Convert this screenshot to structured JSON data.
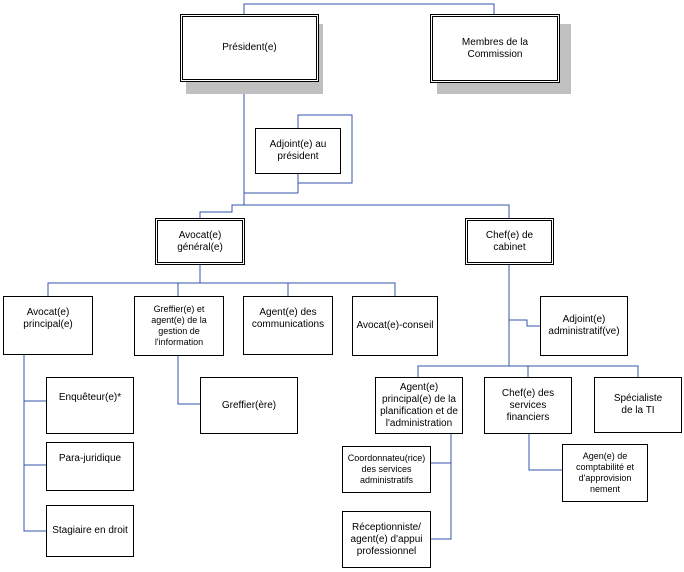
{
  "colors": {
    "connector": "#3355aa",
    "box_border": "#000000",
    "shadow": "#c0c0c0"
  },
  "nodes": {
    "president": "Président(e)",
    "commission": "Membres de la\nCommission",
    "adjoint_president": "Adjoint(e) au\nprésident",
    "avocat_general": "Avocat(e)\ngénéral(e)",
    "chef_cabinet": "Chef(e) de\ncabinet",
    "avocat_principal": "Avocat(e)\nprincipal(e)",
    "greffier_agent": "Greffier(e) et\nagent(e) de la\ngestion de\nl'information",
    "agent_communications": "Agent(e) des\ncommunications",
    "avocat_conseil": "Avocat(e)-conseil",
    "adjoint_administratif": "Adjoint(e)\nadministratif(ve)",
    "enqueteur": "Enquêteur(e)*",
    "greffier": "Greffier(ère)",
    "agent_planification": "Agent(e)\nprincipal(e) de la\nplanification et de\nl'administration",
    "chef_services_financiers": "Chef(e) des\nservices financiers",
    "specialiste_ti": "Spécialiste\nde la TI",
    "para_juridique": "Para-juridique",
    "coordonnateur": "Coordonnateu(rice)\ndes services\nadministratifs",
    "agent_comptabilite": "Agen(e) de\ncomptabilité et\nd'approvision\nnement",
    "stagiaire": "Stagiaire en droit",
    "receptionniste": "Réceptionniste/\nagent(e) d'appui\nprofessionnel"
  }
}
